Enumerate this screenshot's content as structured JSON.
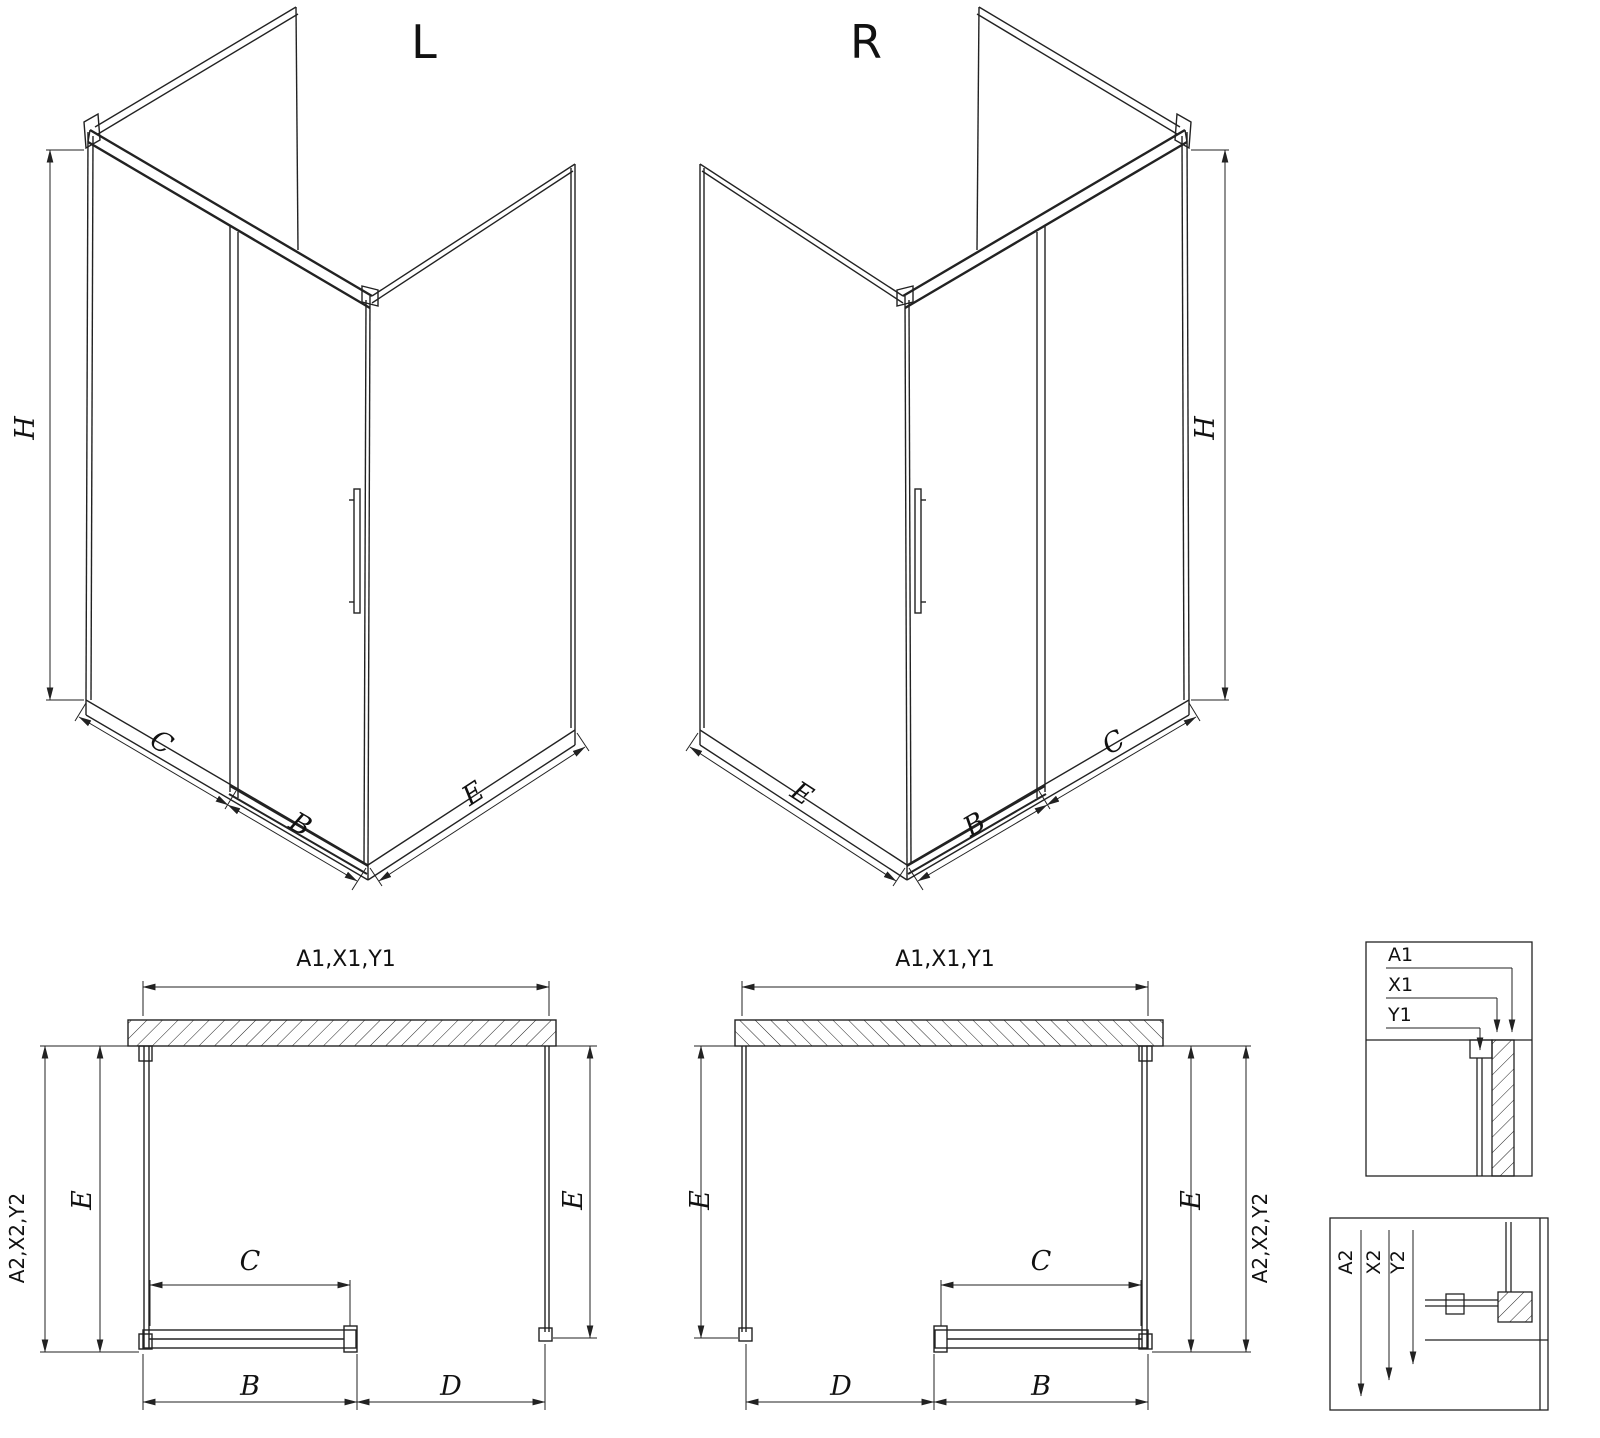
{
  "title_left": "L",
  "title_right": "R",
  "iso_left": {
    "h": "H",
    "c": "C",
    "b": "B",
    "e": "E"
  },
  "iso_right": {
    "h": "H",
    "c": "C",
    "b": "B",
    "e": "E"
  },
  "plan_left": {
    "a1": "A1,X1,Y1",
    "a2": "A2,X2,Y2",
    "e_left": "E",
    "e_right": "E",
    "c": "C",
    "b": "B",
    "d": "D"
  },
  "plan_right": {
    "a1": "A1,X1,Y1",
    "a2": "A2,X2,Y2",
    "e_left": "E",
    "e_right": "E",
    "c": "C",
    "d": "D",
    "b": "B"
  },
  "detail_top": {
    "a1": "A1",
    "x1": "X1",
    "y1": "Y1"
  },
  "detail_bottom": {
    "a2": "A2",
    "x2": "X2",
    "y2": "Y2"
  },
  "colors": {
    "line": "#222222",
    "background": "#ffffff"
  }
}
